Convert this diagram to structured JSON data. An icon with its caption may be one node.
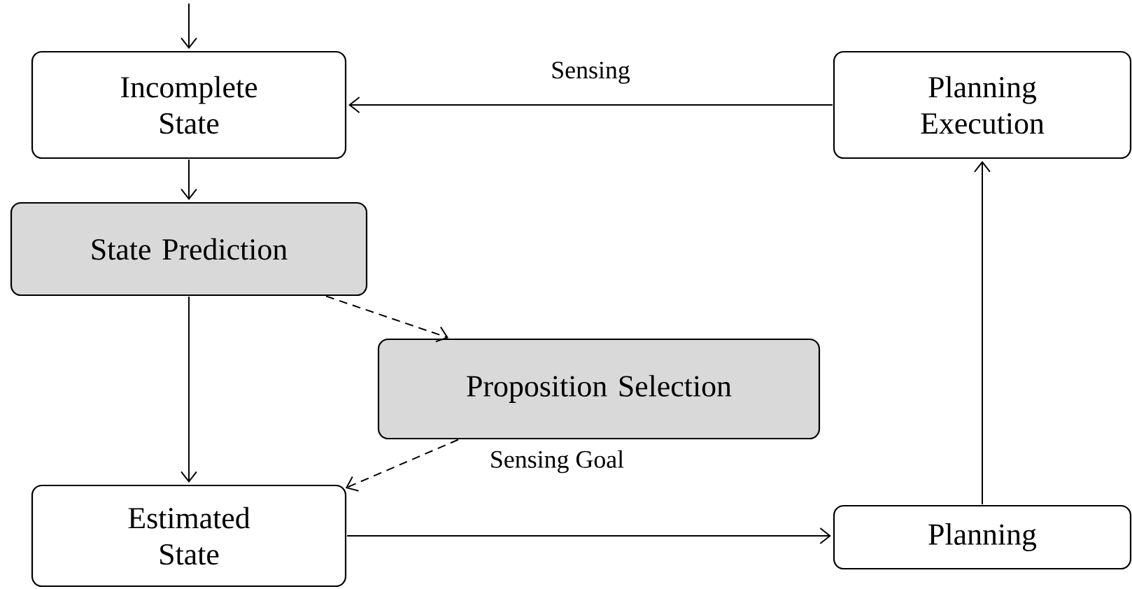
{
  "diagram": {
    "nodes": [
      {
        "text": [
          "Incomplete State"
        ]
      },
      {
        "text": [
          "Planning Execution"
        ]
      },
      {
        "text": [
          "State Prediction"
        ]
      },
      {
        "text": [
          "Proposition Selection"
        ]
      },
      {
        "text": [
          "Estimated State"
        ]
      },
      {
        "text": [
          "Planning"
        ]
      }
    ],
    "edges": [
      {
        "from": null,
        "to": 0,
        "arrow": "to"
      },
      {
        "from": 1,
        "to": 0,
        "arrow": "to",
        "label": "Sensing"
      },
      {
        "from": 0,
        "to": 2,
        "arrow": "to"
      },
      {
        "from": 2,
        "to": 3,
        "arrow": "to",
        "style": "dashed"
      },
      {
        "from": 2,
        "to": 4,
        "arrow": "to"
      },
      {
        "from": 3,
        "to": 4,
        "arrow": "to",
        "style": "dashed",
        "label": "Sensing Goal"
      },
      {
        "from": 4,
        "to": 5,
        "arrow": "to"
      },
      {
        "from": 5,
        "to": 1,
        "arrow": "to"
      }
    ]
  }
}
